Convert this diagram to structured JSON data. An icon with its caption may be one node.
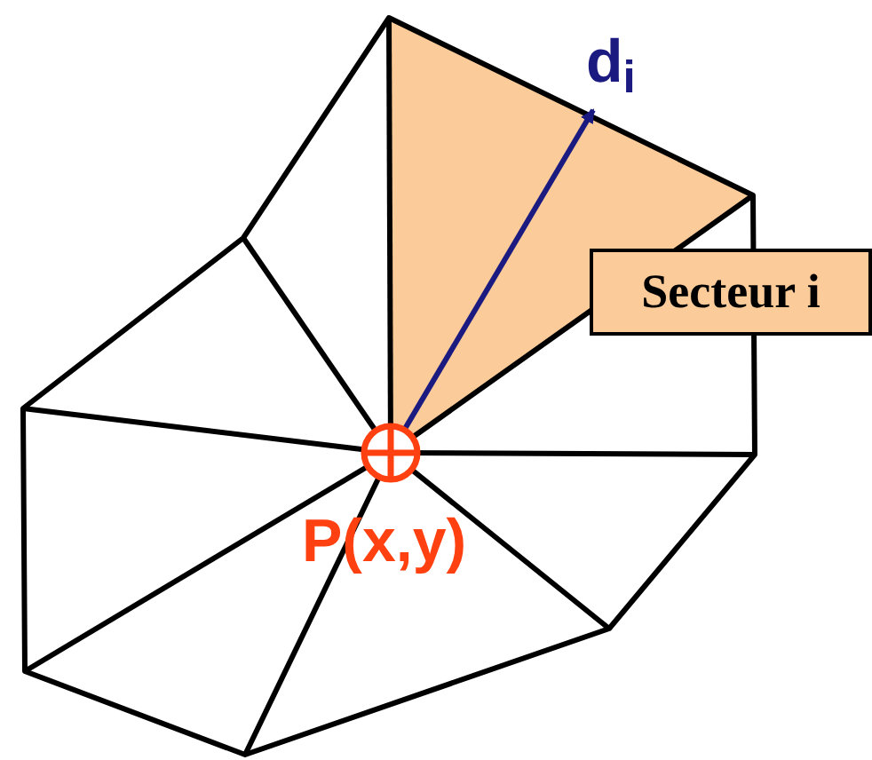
{
  "diagram": {
    "nodes": [
      {
        "text": [
          "Secteur i"
        ]
      }
    ],
    "labels": [
      "d$_{i}$",
      "P(x,y)"
    ]
  }
}
